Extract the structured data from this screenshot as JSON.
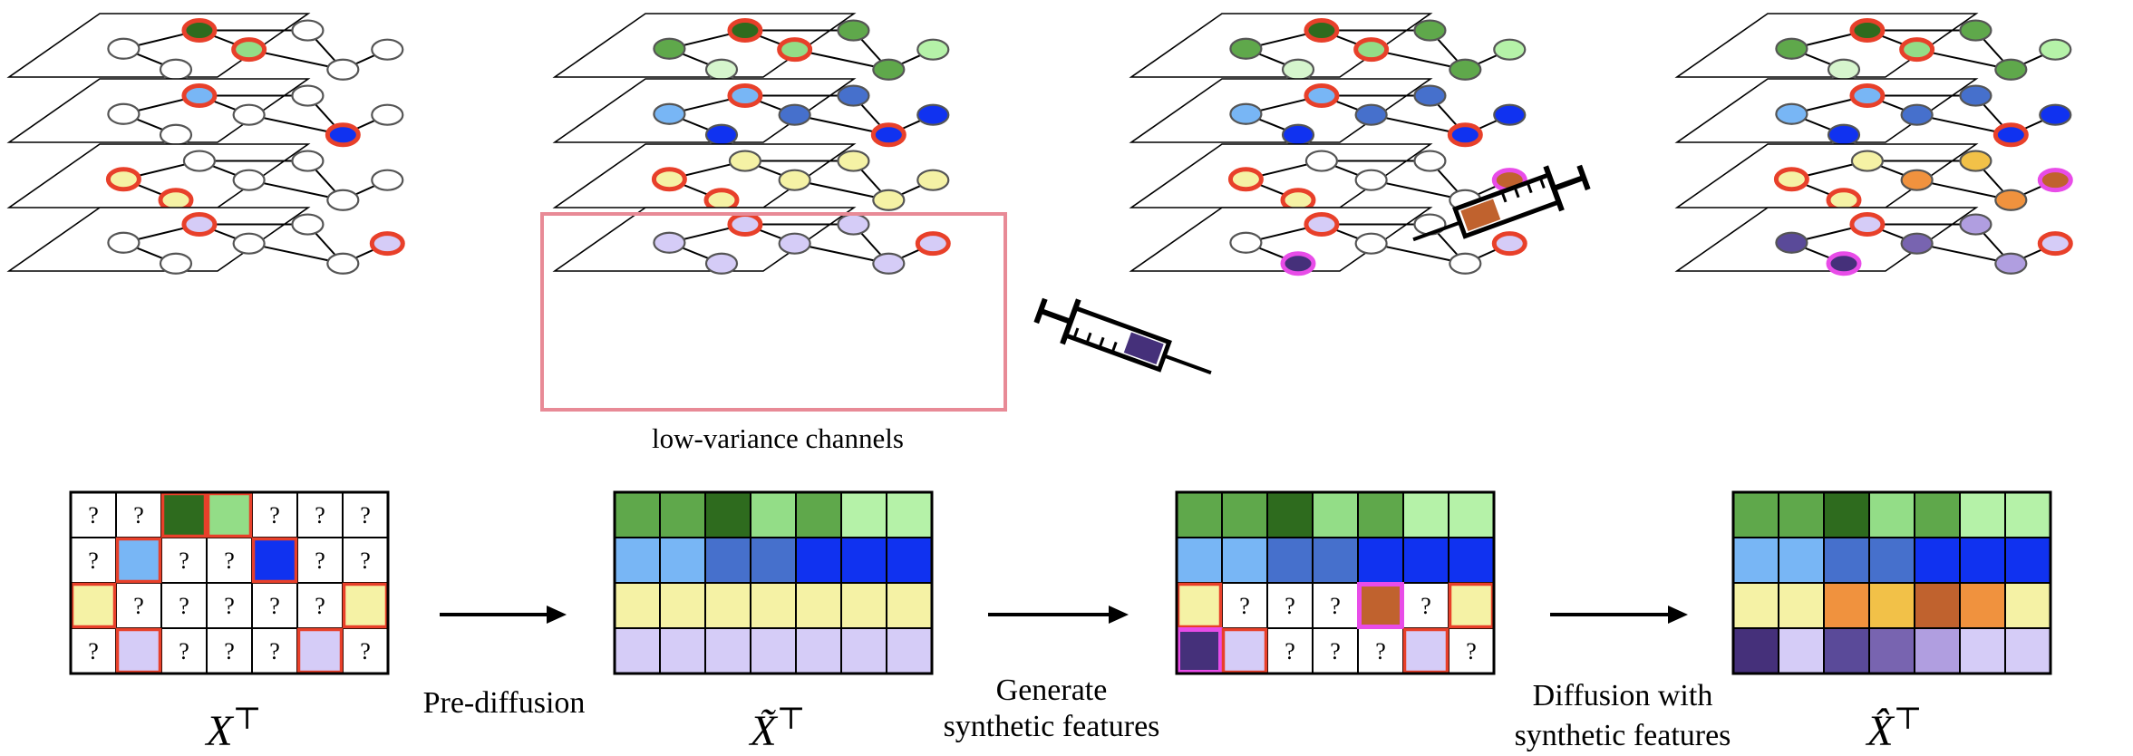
{
  "colors": {
    "outline_red": "#e8402a",
    "outline_magenta": "#e84ce8",
    "highlight_box": "#e88a96",
    "edge": "#000000",
    "node_stroke": "#555555",
    "empty": "#ffffff",
    "g_dark": "#2e6b1e",
    "g_mid": "#5fa84b",
    "g_light": "#93dd87",
    "g_pale": "#b5f2a8",
    "g_paler": "#d6f5cd",
    "b_light": "#78b6f5",
    "b_mid": "#4670cc",
    "b_bright": "#1032f0",
    "y_pale": "#f5f2a5",
    "y_orange": "#f0923e",
    "y_gold": "#f2c148",
    "y_rust": "#c0622e",
    "p_pale": "#d5ccf7",
    "p_dark": "#45307a",
    "p_mid": "#5a4a99",
    "p_med": "#7864b0",
    "p_soft": "#b09ee0",
    "syringe_liquid_top": "#c0622e",
    "syringe_liquid_bottom": "#45307a"
  },
  "icons": {
    "syringe_upper": "syringe-icon",
    "syringe_lower": "syringe-icon"
  },
  "stages": [
    {
      "matrix_label": "X",
      "matrix_label_sup": "⊤",
      "graph_caption": "",
      "matrix_rows": [
        [
          [
            "?",
            "empty",
            ""
          ],
          [
            "?",
            "empty",
            ""
          ],
          [
            "",
            "g_dark",
            "red"
          ],
          [
            "",
            "g_light",
            "red"
          ],
          [
            "?",
            "empty",
            ""
          ],
          [
            "?",
            "empty",
            ""
          ],
          [
            "?",
            "empty",
            ""
          ]
        ],
        [
          [
            "?",
            "empty",
            ""
          ],
          [
            "",
            "b_light",
            "red"
          ],
          [
            "?",
            "empty",
            ""
          ],
          [
            "?",
            "empty",
            ""
          ],
          [
            "",
            "b_bright",
            "red"
          ],
          [
            "?",
            "empty",
            ""
          ],
          [
            "?",
            "empty",
            ""
          ]
        ],
        [
          [
            "",
            "y_pale",
            "red"
          ],
          [
            "?",
            "empty",
            ""
          ],
          [
            "?",
            "empty",
            ""
          ],
          [
            "?",
            "empty",
            ""
          ],
          [
            "?",
            "empty",
            ""
          ],
          [
            "?",
            "empty",
            ""
          ],
          [
            "",
            "y_pale",
            "red"
          ]
        ],
        [
          [
            "?",
            "empty",
            ""
          ],
          [
            "",
            "p_pale",
            "red"
          ],
          [
            "?",
            "empty",
            ""
          ],
          [
            "?",
            "empty",
            ""
          ],
          [
            "?",
            "empty",
            ""
          ],
          [
            "",
            "p_pale",
            "red"
          ],
          [
            "?",
            "empty",
            ""
          ]
        ]
      ],
      "graph_layers": [
        [
          [
            "empty",
            ""
          ],
          [
            "g_dark",
            "red"
          ],
          [
            "g_light",
            "red"
          ],
          [
            "empty",
            ""
          ],
          [
            "empty",
            ""
          ],
          [
            "empty",
            ""
          ],
          [
            "empty",
            ""
          ]
        ],
        [
          [
            "empty",
            ""
          ],
          [
            "b_light",
            "red"
          ],
          [
            "empty",
            ""
          ],
          [
            "empty",
            ""
          ],
          [
            "b_bright",
            "red"
          ],
          [
            "empty",
            ""
          ],
          [
            "empty",
            ""
          ]
        ],
        [
          [
            "y_pale",
            "red"
          ],
          [
            "empty",
            ""
          ],
          [
            "empty",
            ""
          ],
          [
            "empty",
            ""
          ],
          [
            "empty",
            ""
          ],
          [
            "empty",
            ""
          ],
          [
            "y_pale",
            "red"
          ]
        ],
        [
          [
            "empty",
            ""
          ],
          [
            "p_pale",
            "red"
          ],
          [
            "empty",
            ""
          ],
          [
            "empty",
            ""
          ],
          [
            "empty",
            ""
          ],
          [
            "p_pale",
            "red"
          ],
          [
            "empty",
            ""
          ]
        ]
      ]
    },
    {
      "matrix_label": "X̃",
      "matrix_label_sup": "⊤",
      "graph_caption": "low-variance channels",
      "matrix_rows": [
        [
          [
            "",
            "g_mid",
            ""
          ],
          [
            "",
            "g_mid",
            ""
          ],
          [
            "",
            "g_dark",
            ""
          ],
          [
            "",
            "g_light",
            ""
          ],
          [
            "",
            "g_mid",
            ""
          ],
          [
            "",
            "g_pale",
            ""
          ],
          [
            "",
            "g_pale",
            ""
          ]
        ],
        [
          [
            "",
            "b_light",
            ""
          ],
          [
            "",
            "b_light",
            ""
          ],
          [
            "",
            "b_mid",
            ""
          ],
          [
            "",
            "b_mid",
            ""
          ],
          [
            "",
            "b_bright",
            ""
          ],
          [
            "",
            "b_bright",
            ""
          ],
          [
            "",
            "b_bright",
            ""
          ]
        ],
        [
          [
            "",
            "y_pale",
            ""
          ],
          [
            "",
            "y_pale",
            ""
          ],
          [
            "",
            "y_pale",
            ""
          ],
          [
            "",
            "y_pale",
            ""
          ],
          [
            "",
            "y_pale",
            ""
          ],
          [
            "",
            "y_pale",
            ""
          ],
          [
            "",
            "y_pale",
            ""
          ]
        ],
        [
          [
            "",
            "p_pale",
            ""
          ],
          [
            "",
            "p_pale",
            ""
          ],
          [
            "",
            "p_pale",
            ""
          ],
          [
            "",
            "p_pale",
            ""
          ],
          [
            "",
            "p_pale",
            ""
          ],
          [
            "",
            "p_pale",
            ""
          ],
          [
            "",
            "p_pale",
            ""
          ]
        ]
      ],
      "graph_layers": [
        [
          [
            "g_mid",
            ""
          ],
          [
            "g_dark",
            "red"
          ],
          [
            "g_light",
            "red"
          ],
          [
            "g_mid",
            ""
          ],
          [
            "g_mid",
            ""
          ],
          [
            "g_pale",
            ""
          ],
          [
            "g_paler",
            ""
          ]
        ],
        [
          [
            "b_light",
            ""
          ],
          [
            "b_light",
            "red"
          ],
          [
            "b_mid",
            ""
          ],
          [
            "b_mid",
            ""
          ],
          [
            "b_bright",
            "red"
          ],
          [
            "b_bright",
            ""
          ],
          [
            "b_bright",
            ""
          ]
        ],
        [
          [
            "y_pale",
            "red"
          ],
          [
            "y_pale",
            ""
          ],
          [
            "y_pale",
            ""
          ],
          [
            "y_pale",
            ""
          ],
          [
            "y_pale",
            ""
          ],
          [
            "y_pale",
            ""
          ],
          [
            "y_pale",
            "red"
          ]
        ],
        [
          [
            "p_pale",
            ""
          ],
          [
            "p_pale",
            "red"
          ],
          [
            "p_pale",
            ""
          ],
          [
            "p_pale",
            ""
          ],
          [
            "p_pale",
            ""
          ],
          [
            "p_pale",
            "red"
          ],
          [
            "p_pale",
            ""
          ]
        ]
      ]
    },
    {
      "matrix_label": "",
      "matrix_label_sup": "",
      "graph_caption": "",
      "matrix_rows": [
        [
          [
            "",
            "g_mid",
            ""
          ],
          [
            "",
            "g_mid",
            ""
          ],
          [
            "",
            "g_dark",
            ""
          ],
          [
            "",
            "g_light",
            ""
          ],
          [
            "",
            "g_mid",
            ""
          ],
          [
            "",
            "g_pale",
            ""
          ],
          [
            "",
            "g_pale",
            ""
          ]
        ],
        [
          [
            "",
            "b_light",
            ""
          ],
          [
            "",
            "b_light",
            ""
          ],
          [
            "",
            "b_mid",
            ""
          ],
          [
            "",
            "b_mid",
            ""
          ],
          [
            "",
            "b_bright",
            ""
          ],
          [
            "",
            "b_bright",
            ""
          ],
          [
            "",
            "b_bright",
            ""
          ]
        ],
        [
          [
            "",
            "y_pale",
            "red"
          ],
          [
            "?",
            "empty",
            ""
          ],
          [
            "?",
            "empty",
            ""
          ],
          [
            "?",
            "empty",
            ""
          ],
          [
            "",
            "y_rust",
            "magenta"
          ],
          [
            "?",
            "empty",
            ""
          ],
          [
            "",
            "y_pale",
            "red"
          ]
        ],
        [
          [
            "",
            "p_dark",
            "magenta"
          ],
          [
            "",
            "p_pale",
            "red"
          ],
          [
            "?",
            "empty",
            ""
          ],
          [
            "?",
            "empty",
            ""
          ],
          [
            "?",
            "empty",
            ""
          ],
          [
            "",
            "p_pale",
            "red"
          ],
          [
            "?",
            "empty",
            ""
          ]
        ]
      ],
      "graph_layers": [
        [
          [
            "g_mid",
            ""
          ],
          [
            "g_dark",
            "red"
          ],
          [
            "g_light",
            "red"
          ],
          [
            "g_mid",
            ""
          ],
          [
            "g_mid",
            ""
          ],
          [
            "g_pale",
            ""
          ],
          [
            "g_paler",
            ""
          ]
        ],
        [
          [
            "b_light",
            ""
          ],
          [
            "b_light",
            "red"
          ],
          [
            "b_mid",
            ""
          ],
          [
            "b_mid",
            ""
          ],
          [
            "b_bright",
            "red"
          ],
          [
            "b_bright",
            ""
          ],
          [
            "b_bright",
            ""
          ]
        ],
        [
          [
            "y_pale",
            "red"
          ],
          [
            "empty",
            ""
          ],
          [
            "empty",
            ""
          ],
          [
            "empty",
            ""
          ],
          [
            "empty",
            ""
          ],
          [
            "y_rust",
            "magenta"
          ],
          [
            "y_pale",
            "red"
          ]
        ],
        [
          [
            "empty",
            ""
          ],
          [
            "p_pale",
            "red"
          ],
          [
            "empty",
            ""
          ],
          [
            "empty",
            ""
          ],
          [
            "empty",
            ""
          ],
          [
            "p_pale",
            "red"
          ],
          [
            "p_dark",
            "magenta"
          ]
        ]
      ]
    },
    {
      "matrix_label": "X̂",
      "matrix_label_sup": "⊤",
      "graph_caption": "",
      "matrix_rows": [
        [
          [
            "",
            "g_mid",
            ""
          ],
          [
            "",
            "g_mid",
            ""
          ],
          [
            "",
            "g_dark",
            ""
          ],
          [
            "",
            "g_light",
            ""
          ],
          [
            "",
            "g_mid",
            ""
          ],
          [
            "",
            "g_pale",
            ""
          ],
          [
            "",
            "g_pale",
            ""
          ]
        ],
        [
          [
            "",
            "b_light",
            ""
          ],
          [
            "",
            "b_light",
            ""
          ],
          [
            "",
            "b_mid",
            ""
          ],
          [
            "",
            "b_mid",
            ""
          ],
          [
            "",
            "b_bright",
            ""
          ],
          [
            "",
            "b_bright",
            ""
          ],
          [
            "",
            "b_bright",
            ""
          ]
        ],
        [
          [
            "",
            "y_pale",
            ""
          ],
          [
            "",
            "y_pale",
            ""
          ],
          [
            "",
            "y_orange",
            ""
          ],
          [
            "",
            "y_gold",
            ""
          ],
          [
            "",
            "y_rust",
            ""
          ],
          [
            "",
            "y_orange",
            ""
          ],
          [
            "",
            "y_pale",
            ""
          ]
        ],
        [
          [
            "",
            "p_dark",
            ""
          ],
          [
            "",
            "p_pale",
            ""
          ],
          [
            "",
            "p_mid",
            ""
          ],
          [
            "",
            "p_med",
            ""
          ],
          [
            "",
            "p_soft",
            ""
          ],
          [
            "",
            "p_pale",
            ""
          ],
          [
            "",
            "p_pale",
            ""
          ]
        ]
      ],
      "graph_layers": [
        [
          [
            "g_mid",
            ""
          ],
          [
            "g_dark",
            "red"
          ],
          [
            "g_light",
            "red"
          ],
          [
            "g_mid",
            ""
          ],
          [
            "g_mid",
            ""
          ],
          [
            "g_pale",
            ""
          ],
          [
            "g_paler",
            ""
          ]
        ],
        [
          [
            "b_light",
            ""
          ],
          [
            "b_light",
            "red"
          ],
          [
            "b_mid",
            ""
          ],
          [
            "b_mid",
            ""
          ],
          [
            "b_bright",
            "red"
          ],
          [
            "b_bright",
            ""
          ],
          [
            "b_bright",
            ""
          ]
        ],
        [
          [
            "y_pale",
            "red"
          ],
          [
            "y_pale",
            ""
          ],
          [
            "y_orange",
            ""
          ],
          [
            "y_gold",
            ""
          ],
          [
            "y_orange",
            ""
          ],
          [
            "y_rust",
            "magenta"
          ],
          [
            "y_pale",
            "red"
          ]
        ],
        [
          [
            "p_mid",
            ""
          ],
          [
            "p_pale",
            "red"
          ],
          [
            "p_med",
            ""
          ],
          [
            "p_soft",
            ""
          ],
          [
            "p_soft",
            ""
          ],
          [
            "p_pale",
            "red"
          ],
          [
            "p_dark",
            "magenta"
          ]
        ]
      ]
    }
  ],
  "arrows": [
    {
      "label_lines": [
        "Pre-diffusion"
      ]
    },
    {
      "label_lines": [
        "Generate",
        "synthetic features"
      ]
    },
    {
      "label_lines": [
        "Diffusion with",
        "synthetic features"
      ]
    }
  ]
}
